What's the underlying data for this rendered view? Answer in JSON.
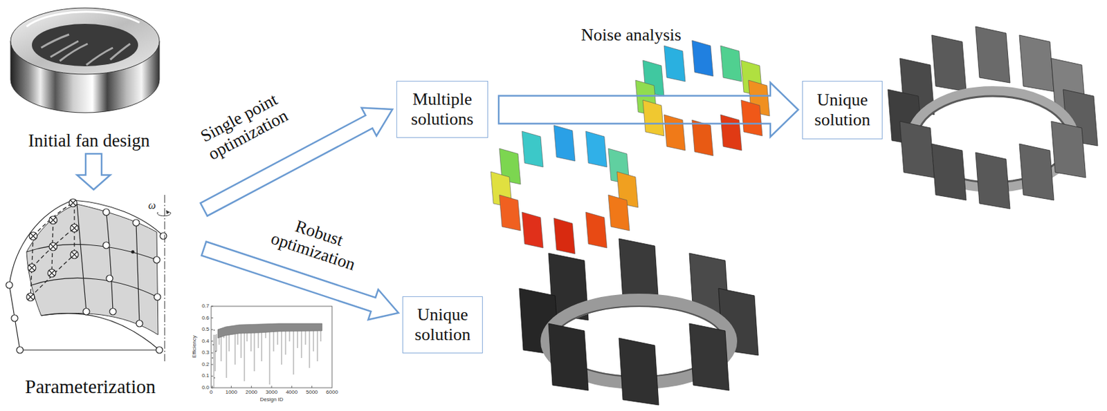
{
  "diagram": {
    "nodes": [
      {
        "text": [
          "Initial fan design"
        ]
      },
      {
        "text": [
          "Parameterization"
        ]
      },
      {
        "text": [
          "Multiple solutions"
        ]
      },
      {
        "text": [
          "Unique solution"
        ]
      },
      {
        "text": [
          "Unique solution"
        ]
      }
    ],
    "edges": [
      {
        "from": 0,
        "to": 1,
        "arrow": "to"
      },
      {
        "from": 1,
        "to": 2,
        "label": "Single point optimization",
        "arrow": "to"
      },
      {
        "from": 1,
        "to": 4,
        "label": "Robust optimization",
        "arrow": "to"
      },
      {
        "from": 2,
        "to": 3,
        "label": "Noise analysis",
        "arrow": "to"
      }
    ],
    "labels": [
      "ω",
      "Efficiency",
      "Design ID",
      "0.0",
      "0.1",
      "0.2",
      "0.3",
      "0.4",
      "0.5",
      "0.6",
      "0.7",
      "0",
      "1000",
      "2000",
      "3000",
      "4000",
      "5000",
      "6000"
    ]
  }
}
